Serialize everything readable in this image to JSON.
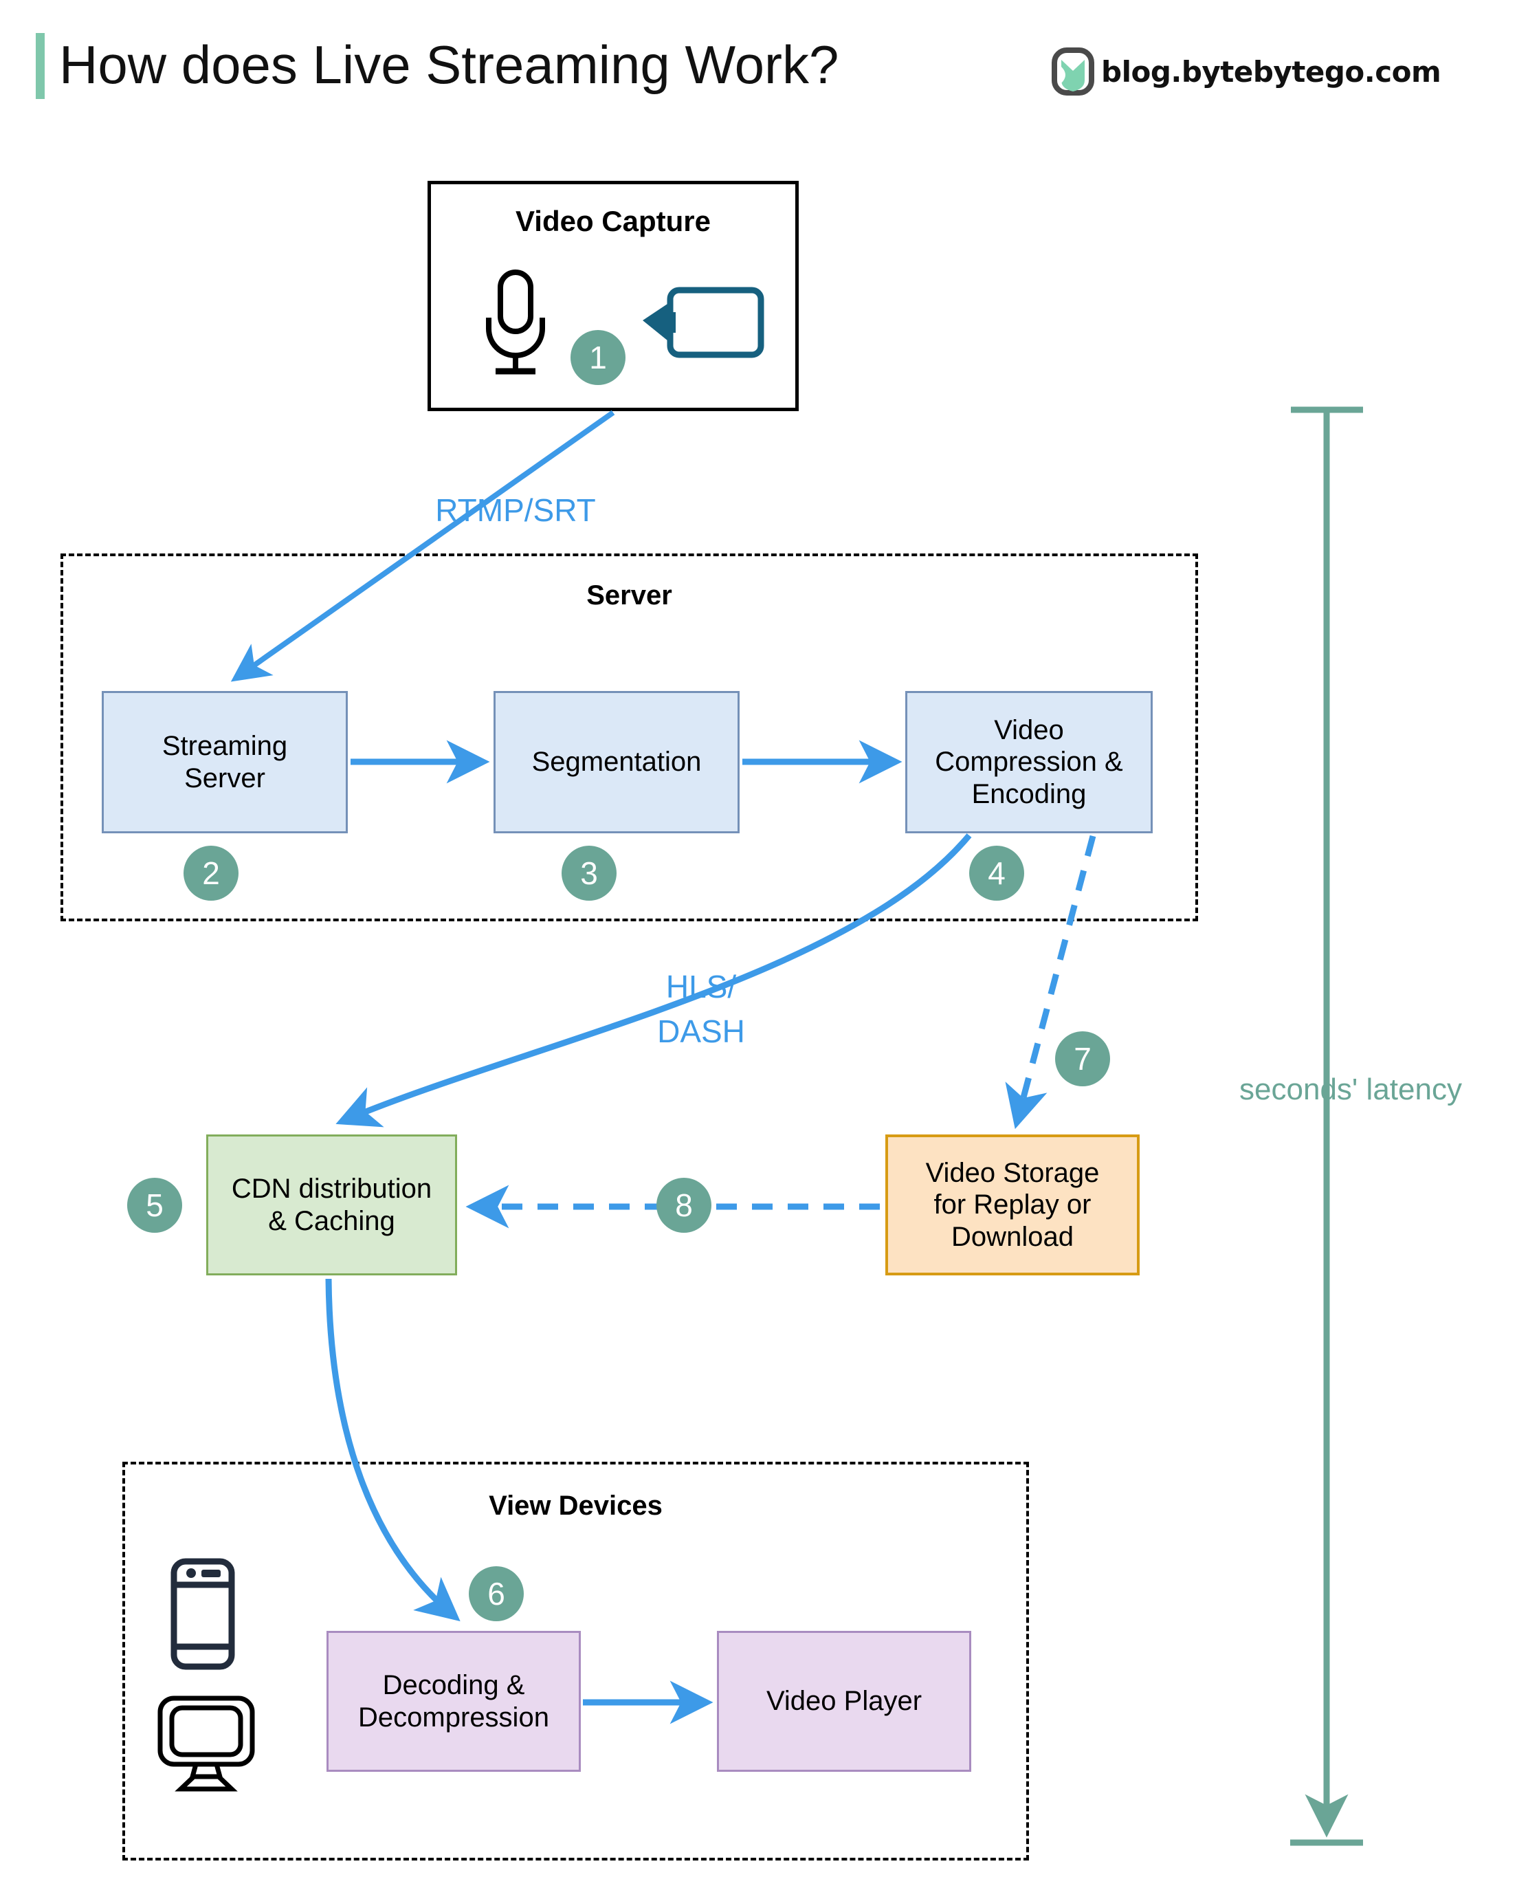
{
  "header": {
    "title": "How does Live Streaming Work?",
    "brand": "blog.bytebytego.com",
    "accent_color": "#7fc7ab",
    "logo_icon": "bytebytego-logo-icon"
  },
  "groups": {
    "capture": {
      "title": "Video Capture",
      "mic_icon": "microphone-icon",
      "camera_icon": "video-camera-icon"
    },
    "server": {
      "title": "Server"
    },
    "devices": {
      "title": "View Devices",
      "phone_icon": "mobile-phone-icon",
      "monitor_icon": "desktop-monitor-icon"
    }
  },
  "nodes": [
    {
      "id": "streaming-server",
      "label": "Streaming\nServer",
      "step": "2",
      "fill": "#dbe8f7",
      "stroke": "#7591b8"
    },
    {
      "id": "segmentation",
      "label": "Segmentation",
      "step": "3",
      "fill": "#dbe8f7",
      "stroke": "#7591b8"
    },
    {
      "id": "video-compression",
      "label": "Video\nCompression &\nEncoding",
      "step": "4",
      "fill": "#dbe8f7",
      "stroke": "#7591b8"
    },
    {
      "id": "cdn",
      "label": "CDN distribution\n& Caching",
      "step": "5",
      "fill": "#d8ead0",
      "stroke": "#82ad5c"
    },
    {
      "id": "video-storage",
      "label": "Video Storage\nfor Replay or\nDownload",
      "step": "7",
      "fill": "#fde2c2",
      "stroke": "#d79b14"
    },
    {
      "id": "decoding",
      "label": "Decoding &\nDecompression",
      "step": "6",
      "fill": "#e9d9ef",
      "stroke": "#a98cc0"
    },
    {
      "id": "video-player",
      "label": "Video Player",
      "step": "",
      "fill": "#e9d9ef",
      "stroke": "#a98cc0"
    }
  ],
  "steps": {
    "one": "1",
    "two": "2",
    "three": "3",
    "four": "4",
    "five": "5",
    "six": "6",
    "seven": "7",
    "eight": "8"
  },
  "edge_labels": {
    "rtmp": "RTMP/SRT",
    "hls_line1": "HLS/",
    "hls_line2": "DASH"
  },
  "annotation": {
    "latency": "seconds' latency",
    "latency_color": "#6aa596"
  },
  "colors": {
    "arrow_blue": "#3d9ae8",
    "badge_green": "#6aa596",
    "camera_teal": "#16607f"
  }
}
